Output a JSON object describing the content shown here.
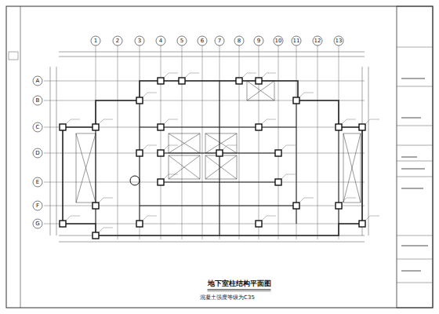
{
  "diagram": {
    "title": "地下室柱结构平面图",
    "caption": "混凝土强度等级为C35",
    "labels": [
      "1",
      "2",
      "3",
      "4",
      "5",
      "6",
      "7",
      "8",
      "9",
      "10",
      "11",
      "12",
      "13",
      "A",
      "B",
      "C",
      "D",
      "E",
      "F",
      "G"
    ]
  }
}
